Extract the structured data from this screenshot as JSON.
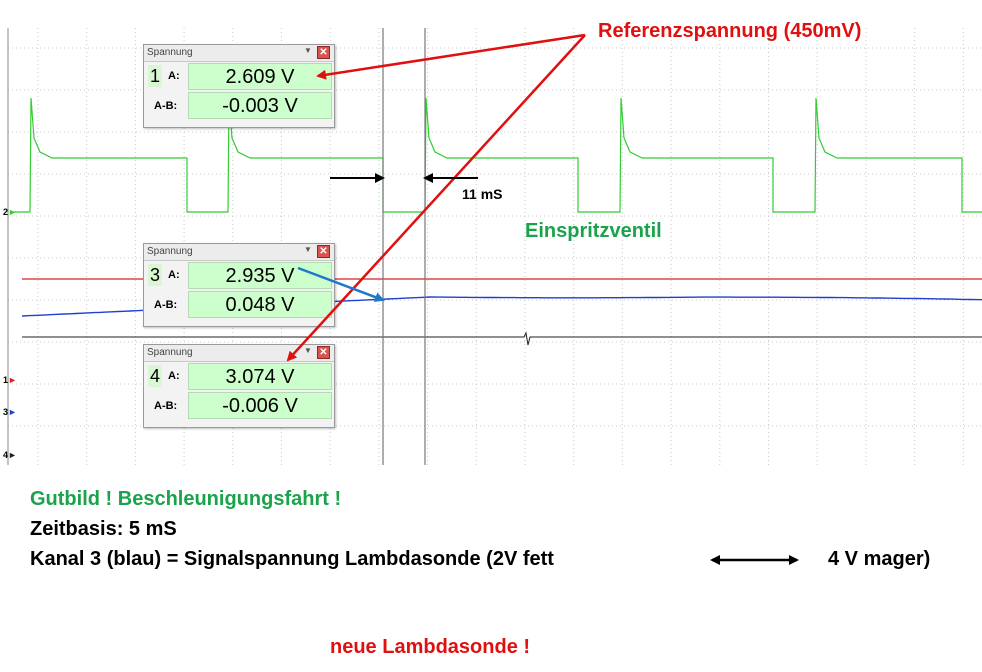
{
  "colors": {
    "green": "#33cc33",
    "red": "#d62020",
    "blue": "#1f3fd0",
    "black": "#222222",
    "annotation_green": "#1aa34a",
    "annotation_red": "#e01010",
    "arrow_blue": "#1f78c8"
  },
  "channel_markers": [
    {
      "label": "2",
      "color": "#33cc33"
    },
    {
      "label": "1",
      "color": "#d62020"
    },
    {
      "label": "3",
      "color": "#1f3fd0"
    },
    {
      "label": "4",
      "color": "#222222"
    }
  ],
  "measure_windows": [
    {
      "title": "Spannung",
      "channel": "1",
      "label_a": "A:",
      "label_ab": "A-B:",
      "value_a": "2.609 V",
      "value_ab": "-0.003 V"
    },
    {
      "title": "Spannung",
      "channel": "3",
      "label_a": "A:",
      "label_ab": "A-B:",
      "value_a": "2.935 V",
      "value_ab": "0.048 V"
    },
    {
      "title": "Spannung",
      "channel": "4",
      "label_a": "A:",
      "label_ab": "A-B:",
      "value_a": "3.074 V",
      "value_ab": "-0.006 V"
    }
  ],
  "annotations": {
    "reference": "Referenzspannung (450mV)",
    "interval": "11 mS",
    "injector": "Einspritzventil"
  },
  "captions": {
    "line1": "Gutbild ! Beschleunigungsfahrt !",
    "line2": "Zeitbasis: 5 mS",
    "line3a": "Kanal 3 (blau) = Signalspannung Lambdasonde (2V fett",
    "line3b": "4 V mager)",
    "line4": "neue Lambdasonde !"
  }
}
